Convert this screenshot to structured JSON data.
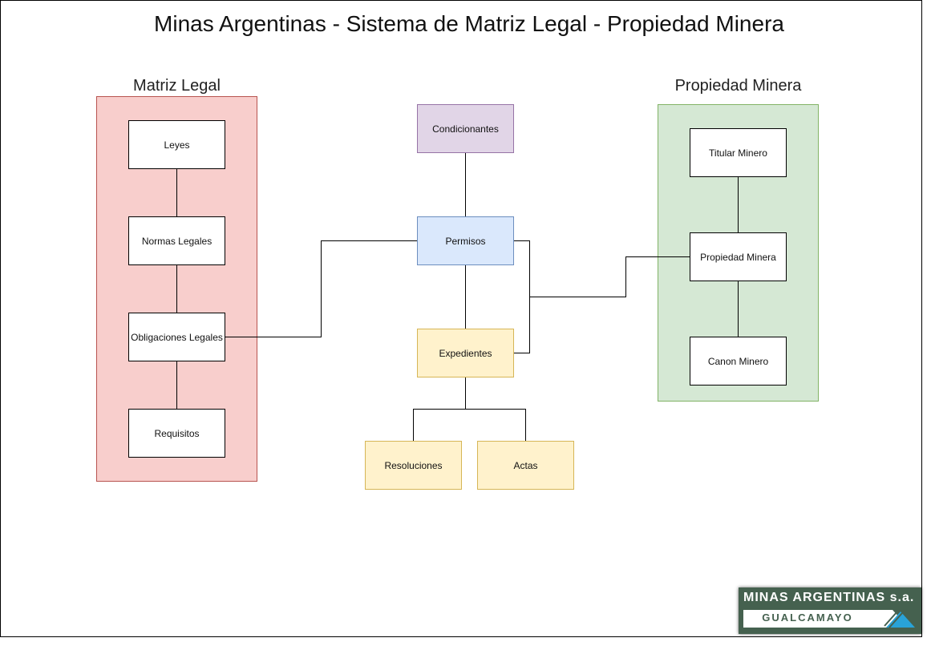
{
  "title": "Minas Argentinas - Sistema de Matriz Legal - Propiedad Minera",
  "groups": {
    "matriz": {
      "label": "Matriz Legal",
      "fill": "#f8cecc",
      "stroke": "#b85450"
    },
    "propiedad": {
      "label": "Propiedad Minera",
      "fill": "#d5e8d4",
      "stroke": "#82b366"
    }
  },
  "nodes": {
    "leyes": "Leyes",
    "normas": "Normas Legales",
    "obligaciones": "Obligaciones Legales",
    "requisitos": "Requisitos",
    "condicionantes": "Condicionantes",
    "permisos": "Permisos",
    "expedientes": "Expedientes",
    "resoluciones": "Resoluciones",
    "actas": "Actas",
    "titular": "Titular Minero",
    "propiedad": "Propiedad Minera",
    "canon": "Canon Minero"
  },
  "logo": {
    "name": "MINAS ARGENTINAS s.a.",
    "subname": "GUALCAMAYO",
    "bg_color": "#45614f",
    "accent_color": "#29a3d8"
  }
}
